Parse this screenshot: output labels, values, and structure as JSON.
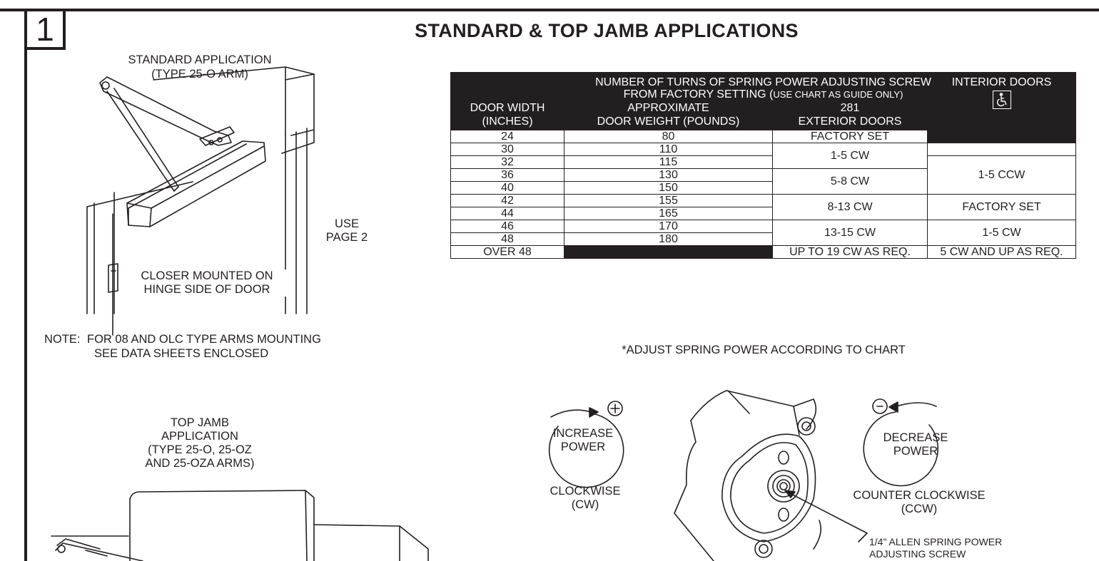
{
  "step_number": "1",
  "title": "STANDARD & TOP JAMB APPLICATIONS",
  "standard_application": {
    "title": "STANDARD APPLICATION",
    "subtitle": "(TYPE 25-O ARM)",
    "use_page": "USE\nPAGE 2",
    "closer_note": "CLOSER MOUNTED ON\nHINGE SIDE OF DOOR"
  },
  "note": {
    "prefix": "NOTE:",
    "line1": "FOR 08 AND OLC TYPE ARMS MOUNTING",
    "line2": "SEE DATA SHEETS ENCLOSED"
  },
  "top_jamb": {
    "label": "TOP JAMB\nAPPLICATION\n(TYPE 25-O, 25-OZ\nAND 25-OZA ARMS)"
  },
  "table": {
    "header_line1": "NUMBER OF TURNS OF SPRING POWER ADJUSTING SCREW",
    "header_line2_main": "FROM FACTORY SETTING (",
    "header_line2_small": "USE CHART AS GUIDE ONLY)",
    "col_door_width": "DOOR WIDTH\n(INCHES)",
    "col_weight": "APPROXIMATE\nDOOR WEIGHT (POUNDS)",
    "col_exterior": "281\nEXTERIOR DOORS",
    "col_interior": "INTERIOR DOORS",
    "accessible_icon": "wheelchair-icon",
    "rows": [
      {
        "width": "24",
        "weight": "80"
      },
      {
        "width": "30",
        "weight": "110"
      },
      {
        "width": "32",
        "weight": "115"
      },
      {
        "width": "36",
        "weight": "130"
      },
      {
        "width": "40",
        "weight": "150"
      },
      {
        "width": "42",
        "weight": "155"
      },
      {
        "width": "44",
        "weight": "165"
      },
      {
        "width": "46",
        "weight": "170"
      },
      {
        "width": "48",
        "weight": "180"
      },
      {
        "width": "OVER 48",
        "weight": ""
      }
    ],
    "exterior_groups": [
      "FACTORY SET",
      "1-5 CW",
      "5-8 CW",
      "8-13 CW",
      "13-15 CW",
      "UP TO 19 CW AS REQ."
    ],
    "interior_groups": [
      "1-5 CCW",
      "FACTORY SET",
      "1-5 CW",
      "5 CW AND UP AS REQ."
    ]
  },
  "adjust_note": "*ADJUST SPRING POWER ACCORDING TO CHART",
  "increase": {
    "sign": "+",
    "label": "INCREASE\nPOWER",
    "direction": "CLOCKWISE\n(CW)"
  },
  "decrease": {
    "sign": "-",
    "label": "DECREASE\nPOWER",
    "direction": "COUNTER CLOCKWISE\n(CCW)"
  },
  "screw_callout": "1/4\" ALLEN SPRING POWER\nADJUSTING SCREW",
  "colors": {
    "ink": "#231f20",
    "paper": "#ffffff"
  }
}
